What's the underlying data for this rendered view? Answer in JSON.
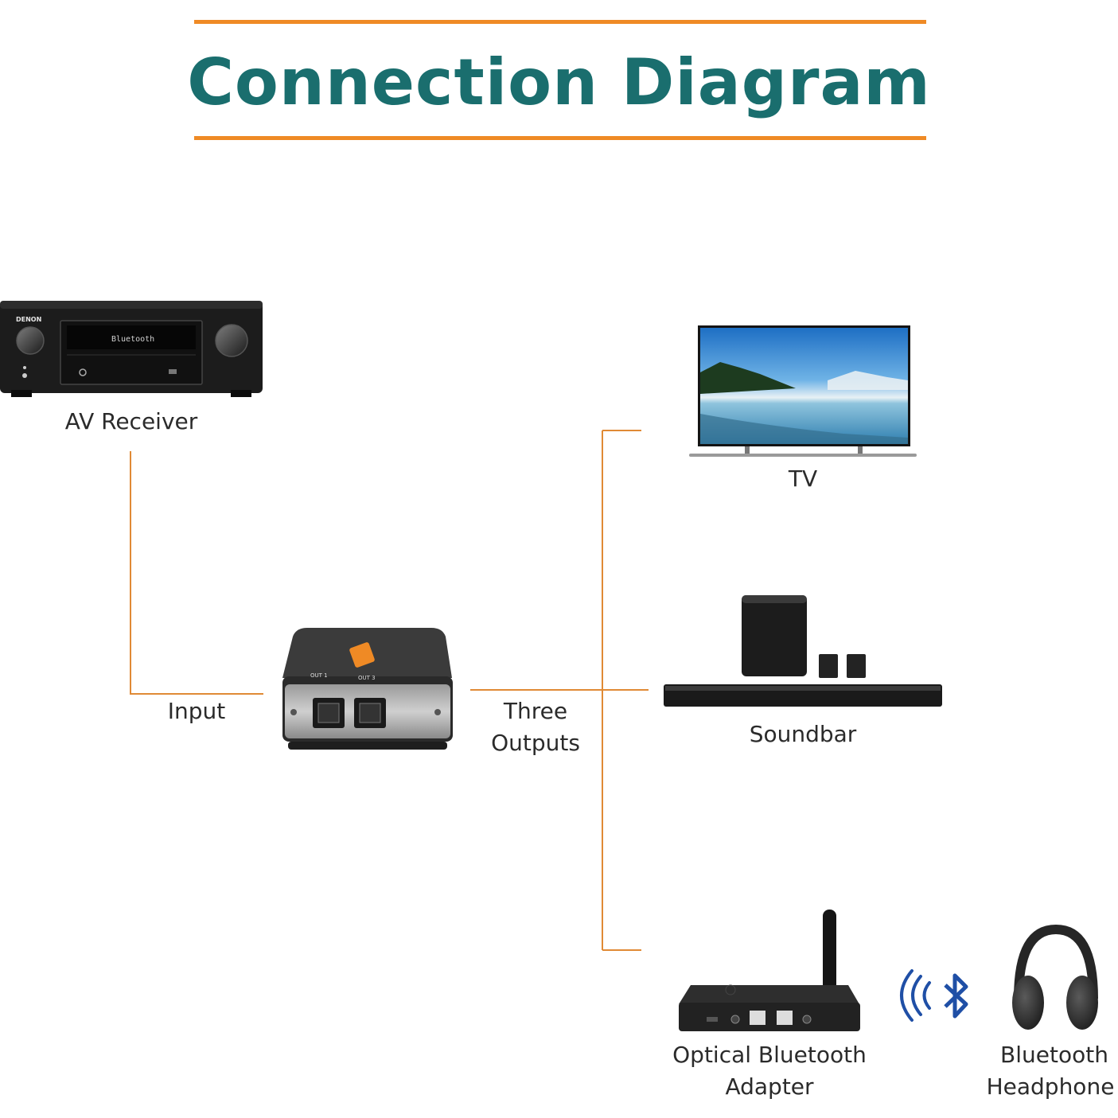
{
  "title": "Connection Diagram",
  "colors": {
    "accent": "#ef8a25",
    "title": "#1a6e6e",
    "bluetooth": "#1f4fa6"
  },
  "devices": {
    "receiver": {
      "label": "AV Receiver",
      "brand": "DENON",
      "display": "Bluetooth"
    },
    "splitter": {
      "out_left": "OUT 1",
      "out_right": "OUT 3"
    },
    "tv": {
      "label": "TV"
    },
    "soundbar": {
      "label": "Soundbar"
    },
    "adapter": {
      "label_line1": "Optical Bluetooth",
      "label_line2": "Adapter"
    },
    "headphone": {
      "label_line1": "Bluetooth",
      "label_line2": "Headphone"
    }
  },
  "connections": {
    "input": "Input",
    "outputs_line1": "Three",
    "outputs_line2": "Outputs"
  },
  "icons": [
    "wireless-signal-icon",
    "bluetooth-icon"
  ]
}
